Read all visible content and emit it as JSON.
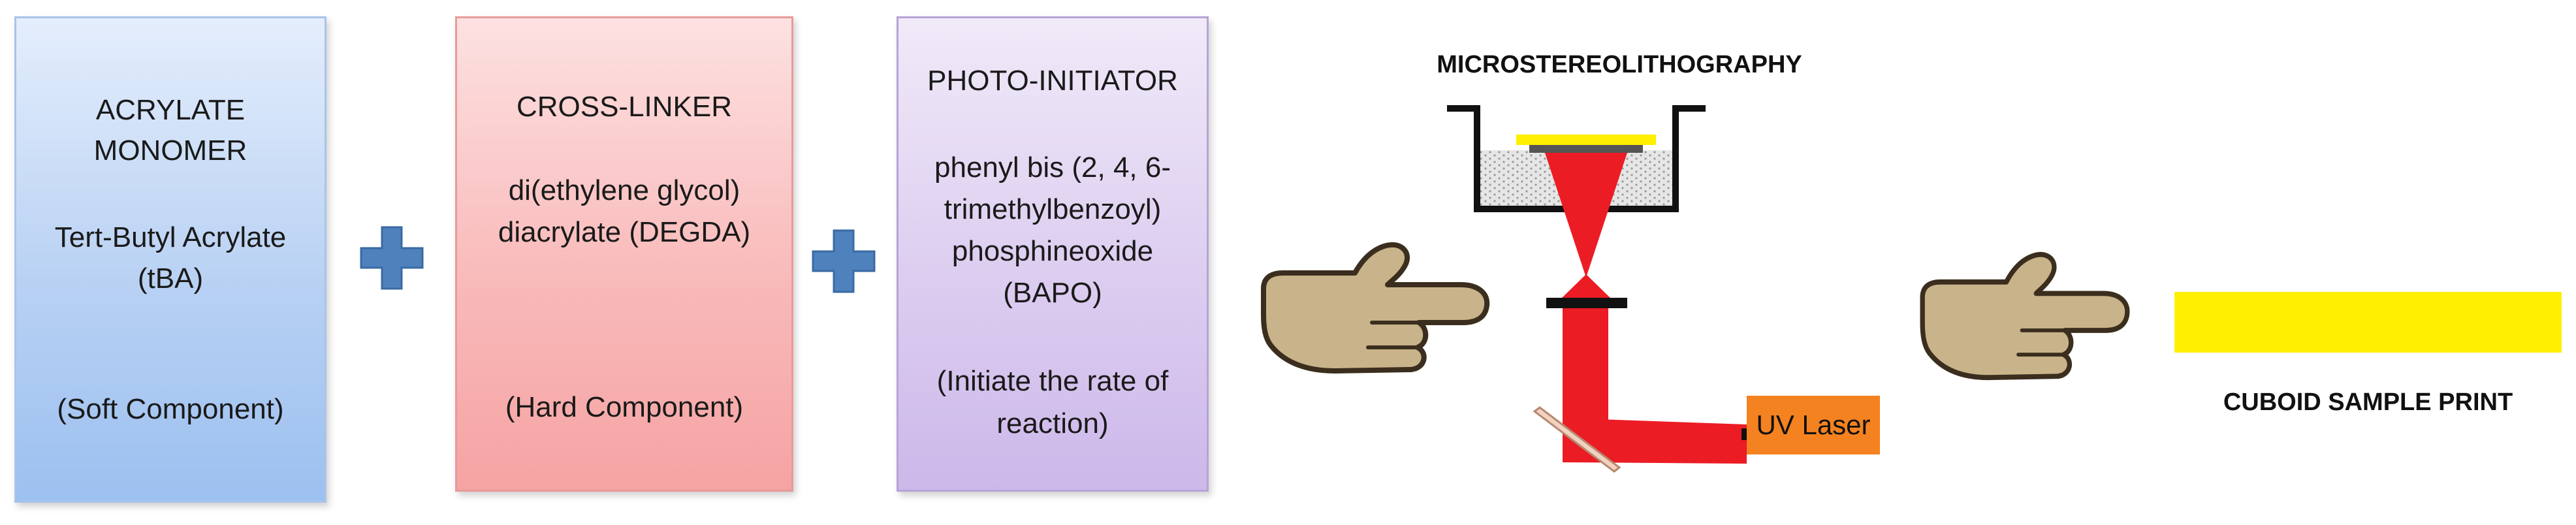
{
  "components": {
    "monomer": {
      "title_line1": "ACRYLATE",
      "title_line2": "MONOMER",
      "name_line1": "Tert-Butyl Acrylate",
      "name_line2": "(tBA)",
      "role": "(Soft Component)"
    },
    "crosslinker": {
      "title": "CROSS-LINKER",
      "name_line1": "di(ethylene glycol)",
      "name_line2": "diacrylate (DEGDA)",
      "role": "(Hard Component)"
    },
    "photoinitiator": {
      "title": "PHOTO-INITIATOR",
      "name_line1": "phenyl bis (2, 4, 6-",
      "name_line2": "trimethylbenzoyl)",
      "name_line3": "phosphineoxide",
      "name_line4": "(BAPO)",
      "role_line1": "(Initiate the rate of",
      "role_line2": "reaction)"
    }
  },
  "process": {
    "title": "MICROSTEREOLITHOGRAPHY",
    "laser_label": "UV Laser"
  },
  "output": {
    "label": "CUBOID SAMPLE PRINT"
  },
  "colors": {
    "plus": "#4f81bd",
    "hand_fill": "#c9b38a",
    "laser_beam": "#ec1c24",
    "laser_box": "#f58220",
    "platform": "#ffef00",
    "cuboid": "#ffef00"
  },
  "icons": {
    "plus": "plus-icon",
    "hand": "pointing-hand-icon",
    "mirror": "mirror-icon"
  }
}
